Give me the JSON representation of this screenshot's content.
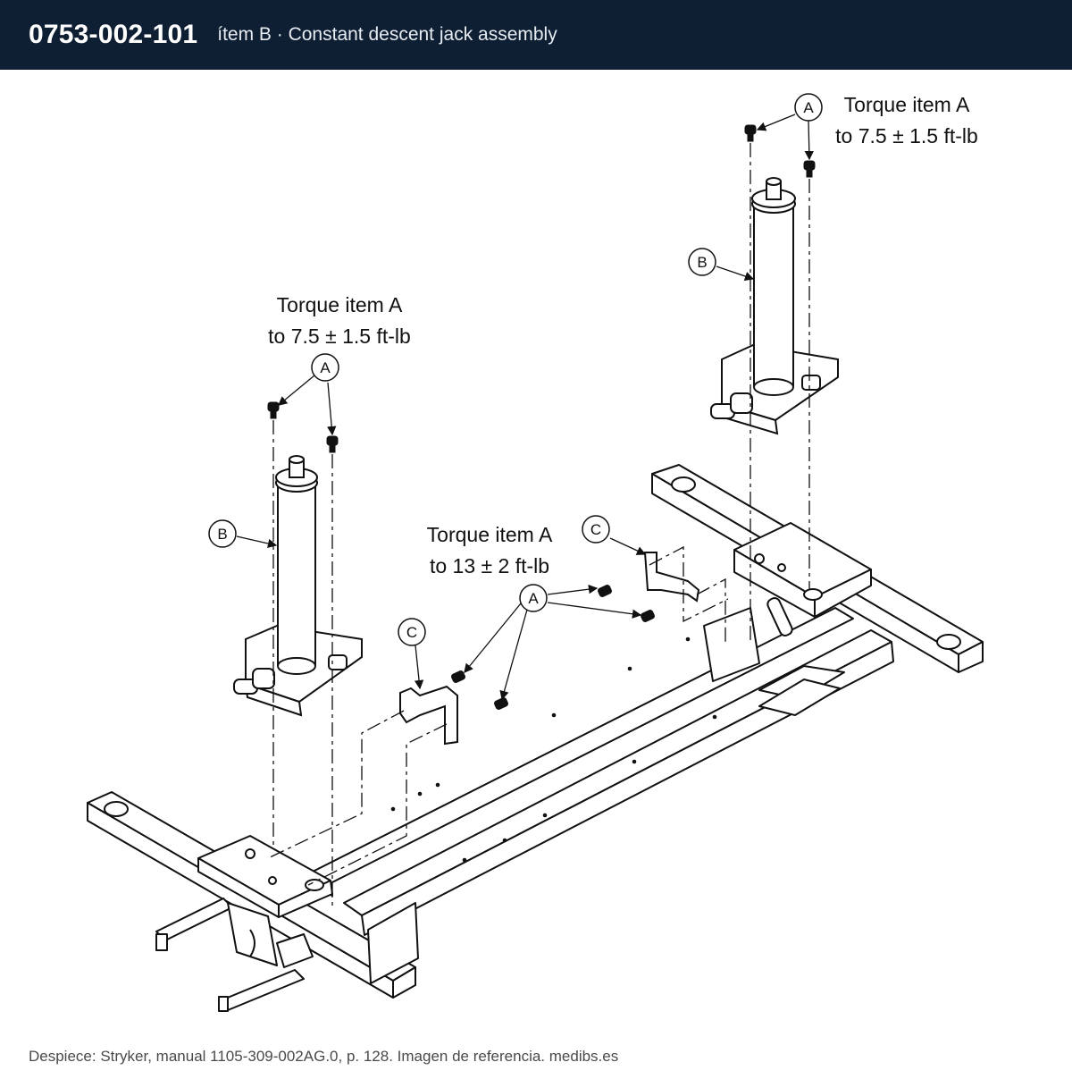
{
  "header": {
    "part_number": "0753-002-101",
    "subtitle": "ítem B · Constant descent jack assembly"
  },
  "callouts": {
    "note_top_right": [
      "Torque item A",
      "to 7.5 ± 1.5 ft-lb"
    ],
    "note_left": [
      "Torque item A",
      "to 7.5 ± 1.5 ft-lb"
    ],
    "note_center": [
      "Torque item A",
      "to 13 ± 2 ft-lb"
    ],
    "balloon_a": "A",
    "balloon_b": "B",
    "balloon_c": "C"
  },
  "footer": {
    "caption": "Despiece: Stryker, manual 1105-309-002AG.0, p. 128. Imagen de referencia. medibs.es"
  }
}
